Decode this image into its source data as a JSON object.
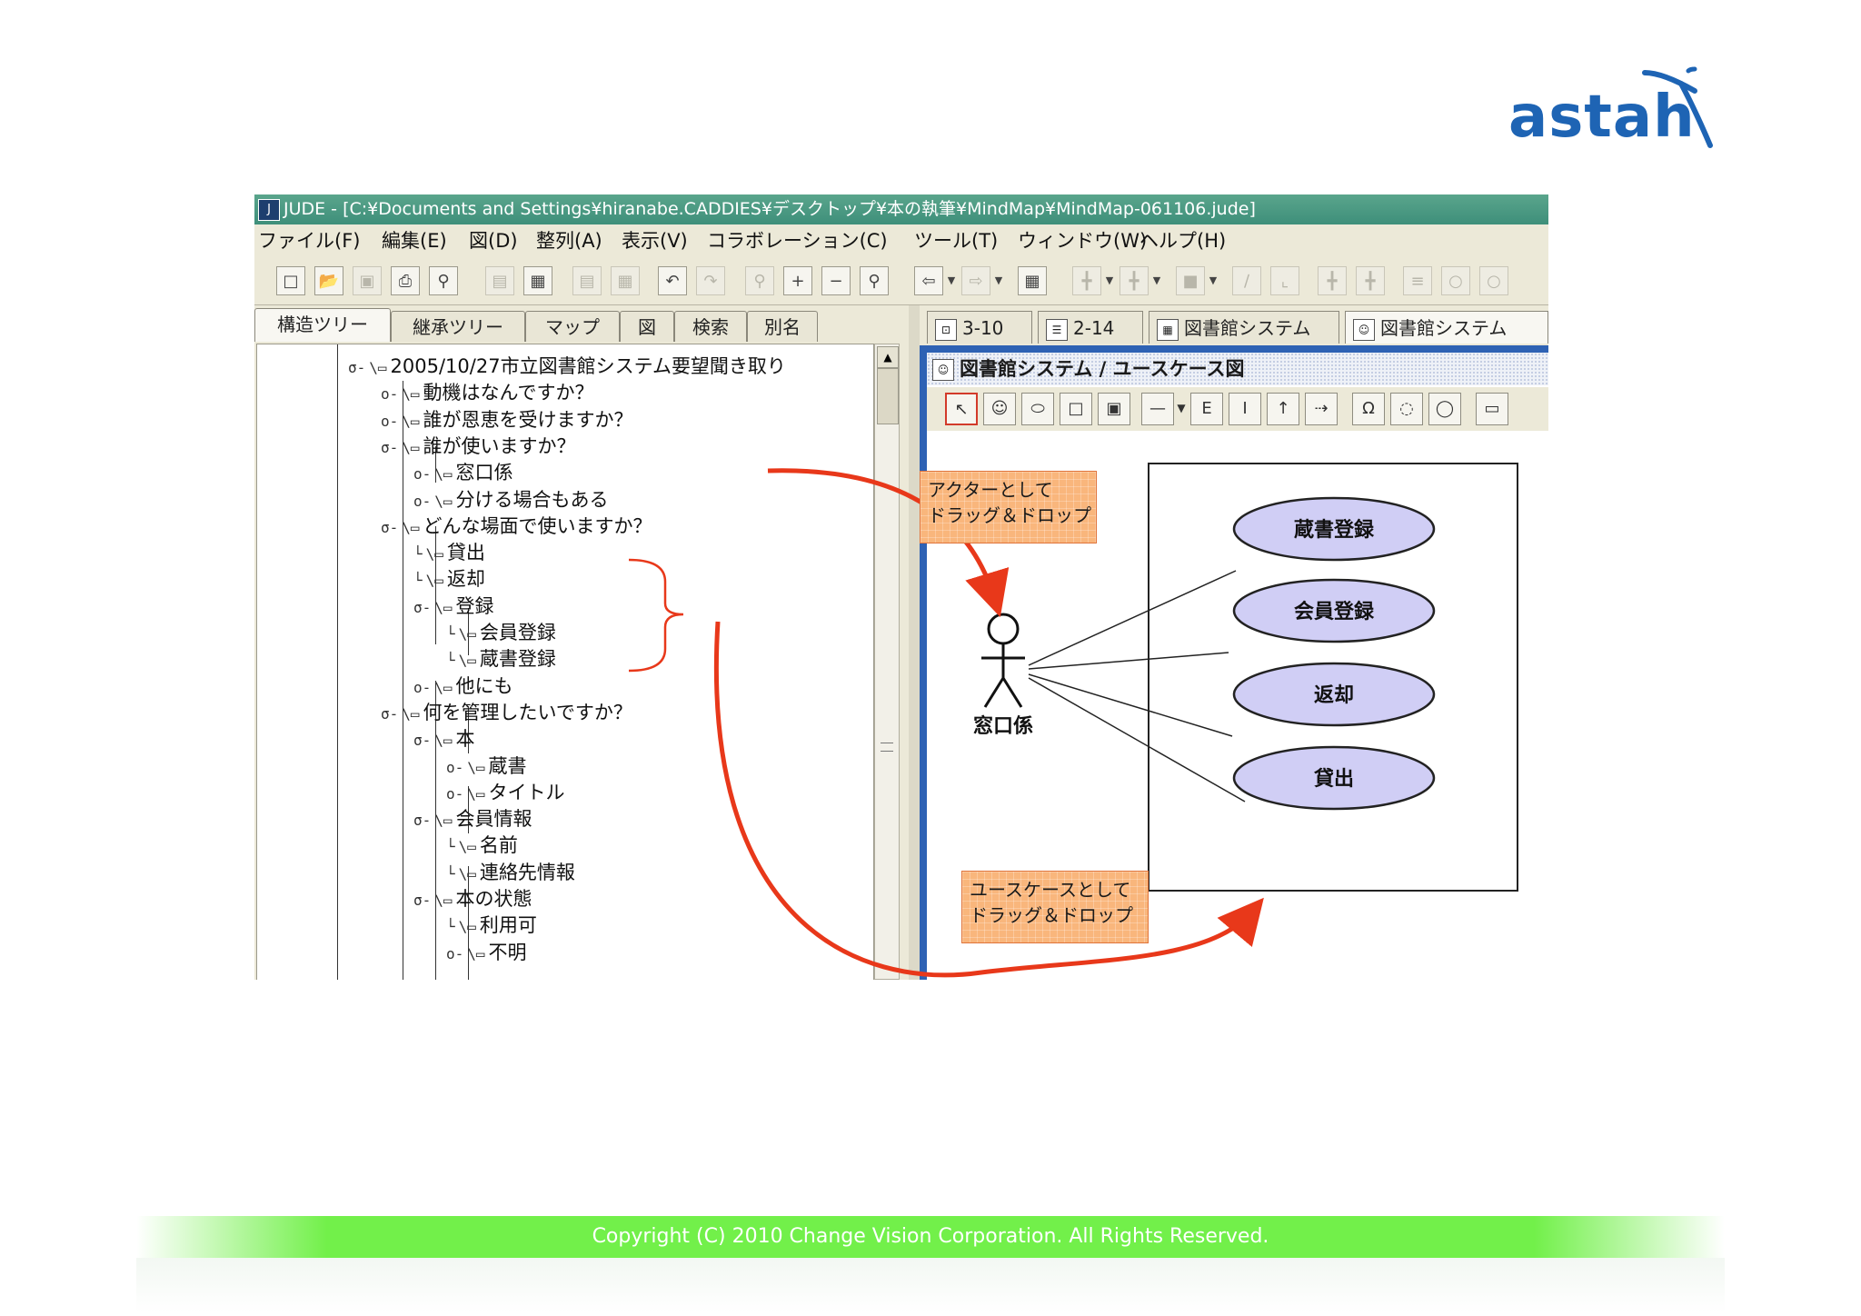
{
  "logo": {
    "text": "astah"
  },
  "window": {
    "title": "JUDE - [C:¥Documents and Settings¥hiranabe.CADDIES¥デスクトップ¥本の執筆¥MindMap¥MindMap-061106.jude]"
  },
  "menu": [
    "ファイル(F)",
    "編集(E)",
    "図(D)",
    "整列(A)",
    "表示(V)",
    "コラボレーション(C)",
    "ツール(T)",
    "ウィンドウ(W)",
    "ヘルプ(H)"
  ],
  "left_tabs": [
    "構造ツリー",
    "継承ツリー",
    "マップ",
    "図",
    "検索",
    "別名"
  ],
  "tree": [
    {
      "label": "2005/10/27市立図書館システム要望聞き取り",
      "level": 0,
      "toggle": "open"
    },
    {
      "label": "動機はなんですか？",
      "level": 1,
      "toggle": "closed"
    },
    {
      "label": "誰が恩恵を受けますか？",
      "level": 1,
      "toggle": "closed"
    },
    {
      "label": "誰が使いますか？",
      "level": 1,
      "toggle": "open"
    },
    {
      "label": "窓口係",
      "level": 2,
      "toggle": "closed"
    },
    {
      "label": "分ける場合もある",
      "level": 2,
      "toggle": "closed"
    },
    {
      "label": "どんな場面で使いますか？",
      "level": 1,
      "toggle": "open"
    },
    {
      "label": "貸出",
      "level": 2,
      "toggle": "none"
    },
    {
      "label": "返却",
      "level": 2,
      "toggle": "none"
    },
    {
      "label": "登録",
      "level": 2,
      "toggle": "open"
    },
    {
      "label": "会員登録",
      "level": 3,
      "toggle": "none"
    },
    {
      "label": "蔵書登録",
      "level": 3,
      "toggle": "none"
    },
    {
      "label": "他にも",
      "level": 2,
      "toggle": "closed"
    },
    {
      "label": "何を管理したいですか？",
      "level": 1,
      "toggle": "open"
    },
    {
      "label": "本",
      "level": 2,
      "toggle": "open"
    },
    {
      "label": "蔵書",
      "level": 3,
      "toggle": "closed"
    },
    {
      "label": "タイトル",
      "level": 3,
      "toggle": "closed"
    },
    {
      "label": "会員情報",
      "level": 2,
      "toggle": "open"
    },
    {
      "label": "名前",
      "level": 3,
      "toggle": "none"
    },
    {
      "label": "連絡先情報",
      "level": 3,
      "toggle": "none"
    },
    {
      "label": "本の状態",
      "level": 2,
      "toggle": "open"
    },
    {
      "label": "利用可",
      "level": 3,
      "toggle": "none"
    },
    {
      "label": "不明",
      "level": 3,
      "toggle": "closed"
    }
  ],
  "right_tabs": [
    "3-10",
    "2-14",
    "図書館システム",
    "図書館システム"
  ],
  "diagram": {
    "title": "図書館システム / ユースケース図",
    "actor": "窓口係",
    "usecases": [
      "蔵書登録",
      "会員登録",
      "返却",
      "貸出"
    ]
  },
  "callouts": {
    "actor": [
      "アクターとして",
      "ドラッグ＆ドロップ"
    ],
    "usecase": [
      "ユースケースとして",
      "ドラッグ＆ドロップ"
    ]
  },
  "colors": {
    "arrow": "#e8381a",
    "logo": "#1e64b4",
    "footer": "#72f04a",
    "callout": "#f9b67c"
  },
  "footer": {
    "text": "Copyright (C) 2010 Change Vision Corporation. All Rights Reserved."
  }
}
